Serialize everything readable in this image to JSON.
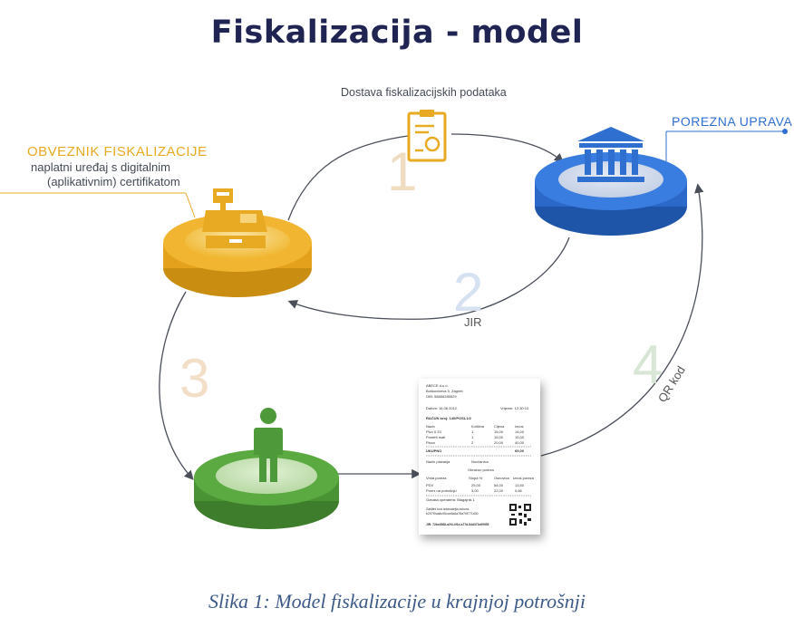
{
  "title": "Fiskalizacija - model",
  "caption": "Slika 1: Model fiskalizacije u krajnjoj potrošnji",
  "delivery_label": "Dostava fiskalizacijskih podataka",
  "taxpayer": {
    "title": "OBVEZNIK FISKALIZACIJE",
    "line1": "naplatni uređaj s digitalnim",
    "line2": "(aplikativnim) certifikatom"
  },
  "tax_office": "POREZNA UPRAVA",
  "steps": [
    {
      "number": "1"
    },
    {
      "number": "2",
      "label": "JIR"
    },
    {
      "number": "3"
    },
    {
      "number": "4",
      "label": "QR kod"
    }
  ],
  "receipt": {
    "company": "ABECE d.o.o.",
    "address": "Boškovićeva 5, Zagreb",
    "oib": "OIB: 58656285529",
    "date": "Datum: 16.06.2012.",
    "time": "Vrijeme: 12:30:10",
    "invoice": "RAČUN broj: 140/POSL1/2",
    "headers": [
      "Naziv",
      "Količina",
      "Cijena",
      "Iznos"
    ],
    "items": [
      [
        "Pivo 0.33",
        "1",
        "15,00",
        "14,00"
      ],
      [
        "Pomfrit mali",
        "1",
        "15,00",
        "15,00"
      ],
      [
        "Pizza",
        "2",
        "20,00",
        "40,00"
      ]
    ],
    "total_label": "UKUPNO",
    "total_value": "69,00",
    "payment_label": "Način plaćanja",
    "payment_value": "Novčanica",
    "tax_section": "Obračun poreza",
    "tax_headers": [
      "Vrsta poreza",
      "Stopa %",
      "Osnovica",
      "Iznos poreza"
    ],
    "tax_rows": [
      [
        "PDV",
        "25,00",
        "54,00",
        "13,50"
      ],
      [
        "Porez na potrošnju",
        "3,00",
        "22,00",
        "0,66"
      ]
    ],
    "operator": "Oznaka operatera: Blagajnik 1",
    "zki_label": "Zaštitni kod izdavatelja računa:",
    "zki": "b297f0ca8c95cce8a6a78a79f771d30",
    "jir": "JIR: 72be4568-a2f4-4f1d-a77d-84d373e69959"
  },
  "colors": {
    "title": "#1f2453",
    "orange": "#e8a923",
    "blue": "#2f6fd0",
    "green": "#52a03b",
    "caption": "#3c5a88",
    "step_numbers": "#f0dcc0"
  },
  "icons": [
    "cash-register-icon",
    "certificate-icon",
    "bank-building-icon",
    "person-icon",
    "qr-code-icon"
  ]
}
